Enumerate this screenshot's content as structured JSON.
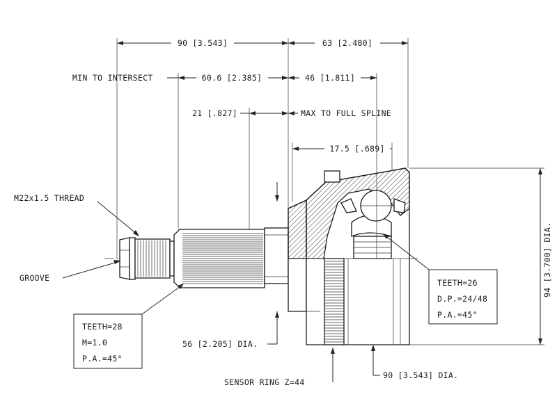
{
  "dims": {
    "total_left": "90 [3.543]",
    "total_right": "63 [2.480]",
    "min_intersect_label": "MIN TO INTERSECT",
    "min_intersect_value": "60.6 [2.385]",
    "right_46": "46 [1.811]",
    "spline_21": "21 [.827]",
    "max_spline_label": "MAX TO FULL SPLINE",
    "offset_17": "17.5 [.689]",
    "dia_94": "94 [3.700] DIA.",
    "dia_56": "56 [2.205] DIA.",
    "dia_90": "90 [3.543] DIA."
  },
  "callouts": {
    "thread": "M22x1.5 THREAD",
    "groove": "GROOVE",
    "sensor_ring": "SENSOR RING Z=44"
  },
  "boxes": {
    "shaft": [
      "TEETH=28",
      "M=1.0",
      "P.A.=45°"
    ],
    "bell": [
      "TEETH=26",
      "D.P.=24/48",
      "P.A.=45°"
    ]
  }
}
